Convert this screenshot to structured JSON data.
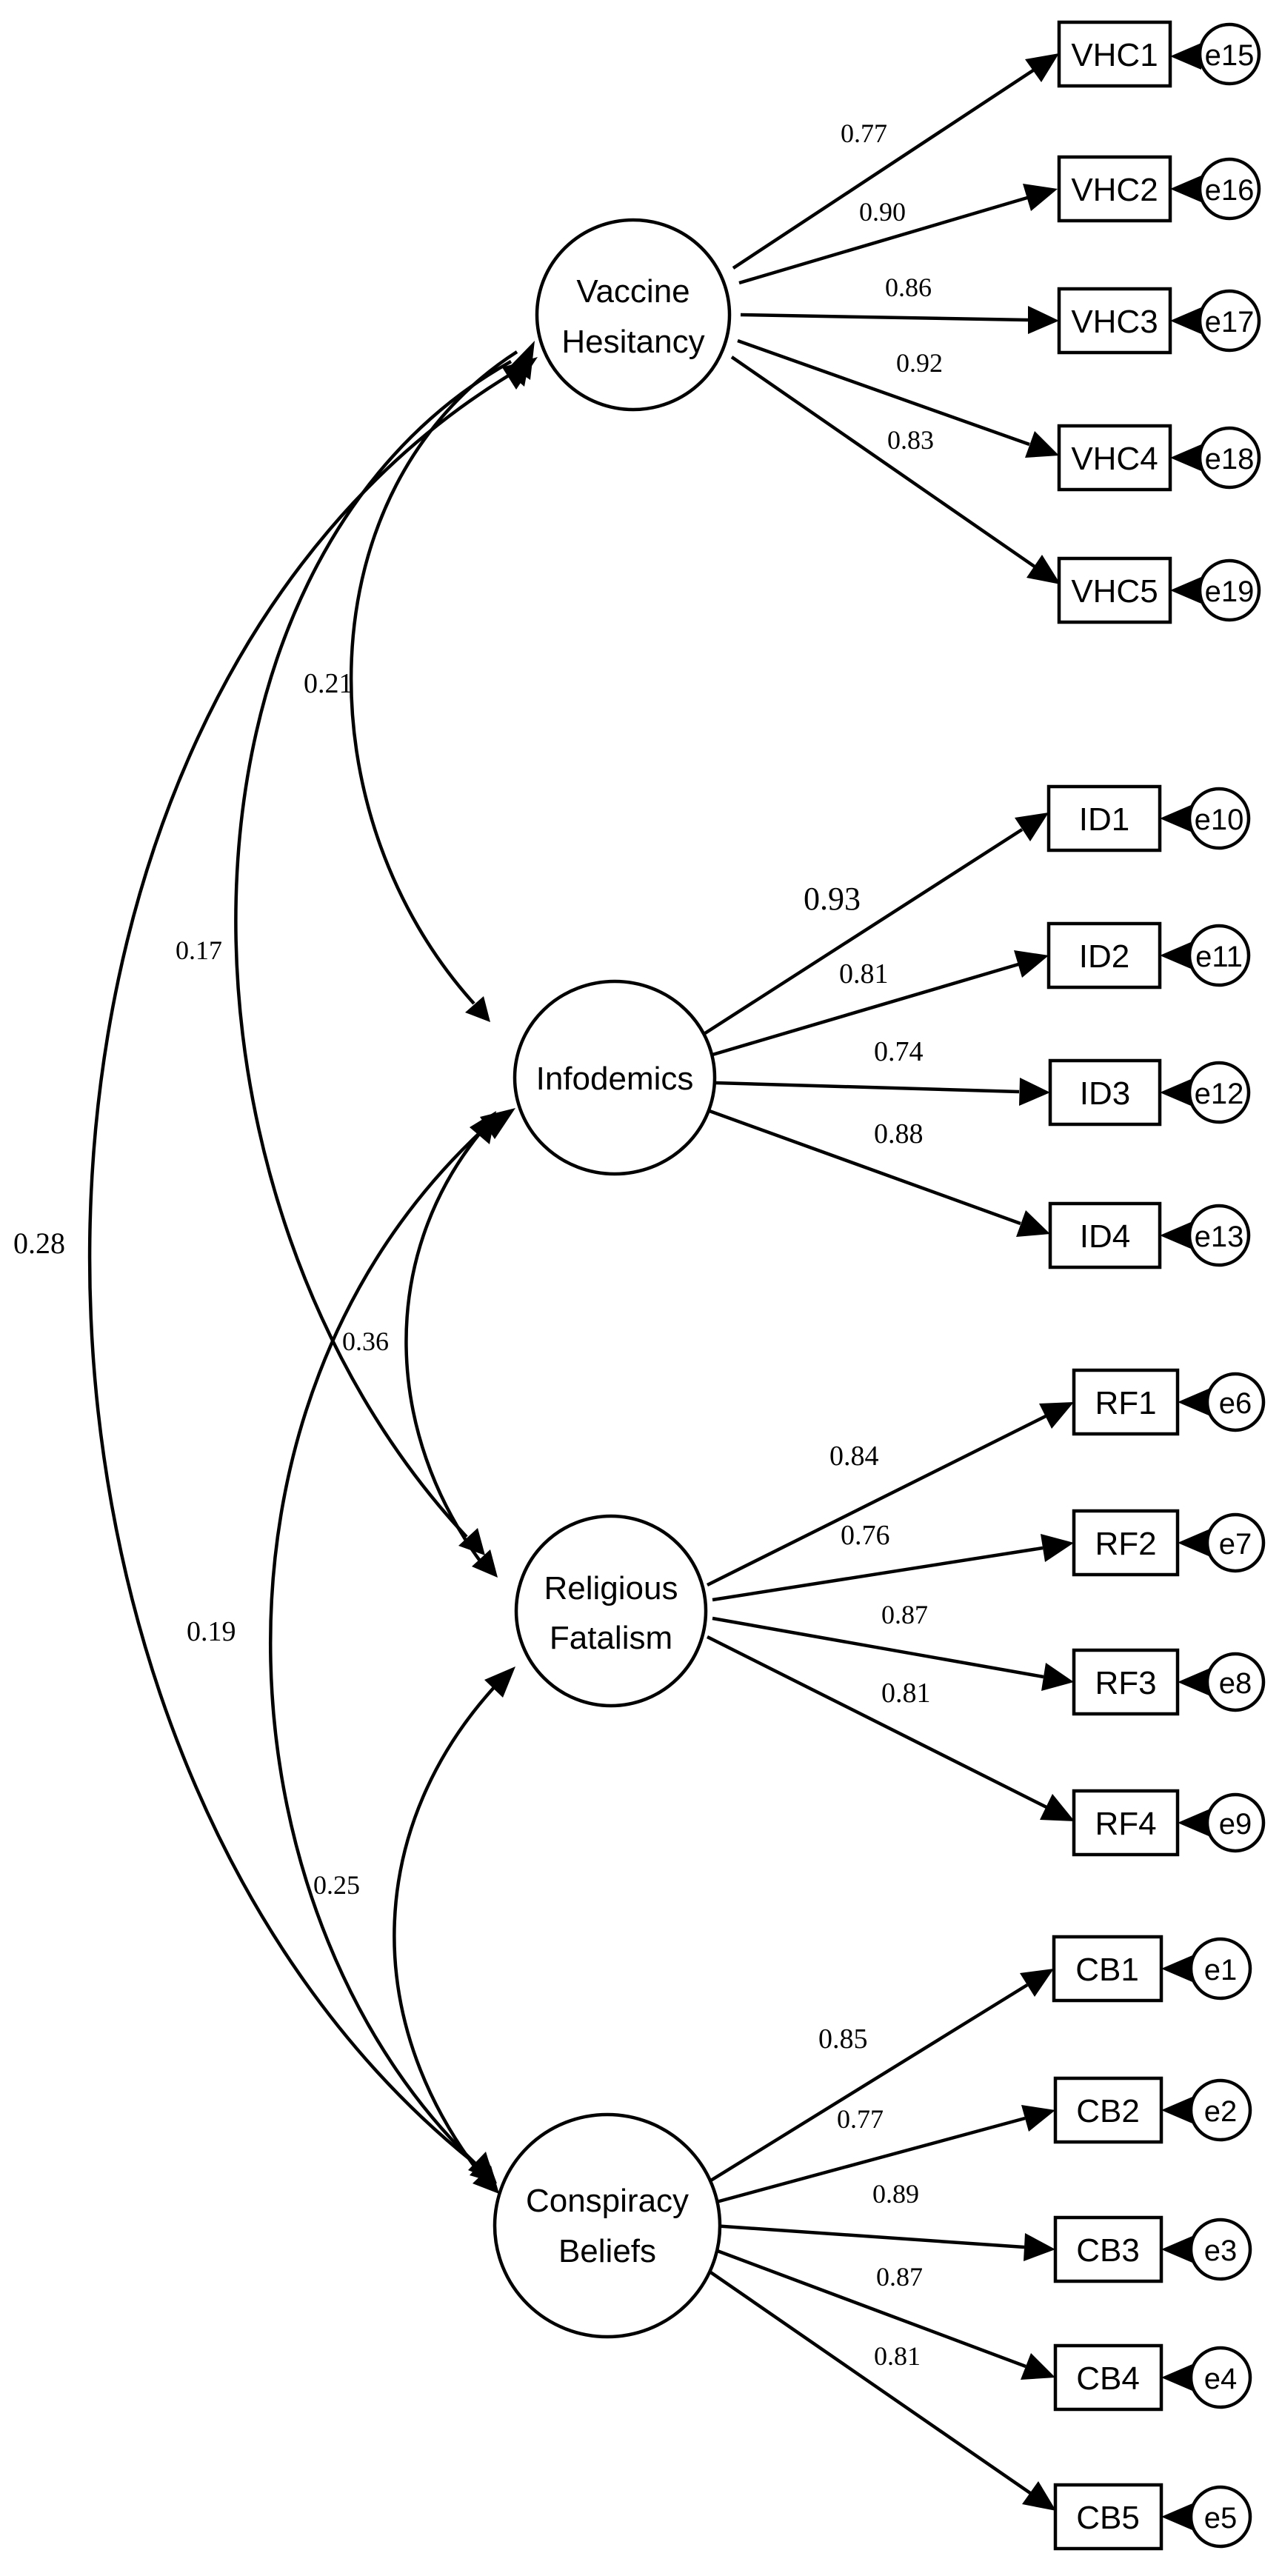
{
  "latents": {
    "vh": {
      "line1": "Vaccine",
      "line2": "Hesitancy"
    },
    "id": {
      "line1": "Infodemics"
    },
    "rf": {
      "line1": "Religious",
      "line2": "Fatalism"
    },
    "cb": {
      "line1": "Conspiracy",
      "line2": "Beliefs"
    }
  },
  "indicators": {
    "vhc1": "VHC1",
    "vhc2": "VHC2",
    "vhc3": "VHC3",
    "vhc4": "VHC4",
    "vhc5": "VHC5",
    "id1": "ID1",
    "id2": "ID2",
    "id3": "ID3",
    "id4": "ID4",
    "rf1": "RF1",
    "rf2": "RF2",
    "rf3": "RF3",
    "rf4": "RF4",
    "cb1": "CB1",
    "cb2": "CB2",
    "cb3": "CB3",
    "cb4": "CB4",
    "cb5": "CB5"
  },
  "errors": {
    "vhc1": "e15",
    "vhc2": "e16",
    "vhc3": "e17",
    "vhc4": "e18",
    "vhc5": "e19",
    "id1": "e10",
    "id2": "e11",
    "id3": "e12",
    "id4": "e13",
    "rf1": "e6",
    "rf2": "e7",
    "rf3": "e8",
    "rf4": "e9",
    "cb1": "e1",
    "cb2": "e2",
    "cb3": "e3",
    "cb4": "e4",
    "cb5": "e5"
  },
  "loadings": {
    "vhc1": "0.77",
    "vhc2": "0.90",
    "vhc3": "0.86",
    "vhc4": "0.92",
    "vhc5": "0.83",
    "id1": "0.93",
    "id2": "0.81",
    "id3": "0.74",
    "id4": "0.88",
    "rf1": "0.84",
    "rf2": "0.76",
    "rf3": "0.87",
    "rf4": "0.81",
    "cb1": "0.85",
    "cb2": "0.77",
    "cb3": "0.89",
    "cb4": "0.87",
    "cb5": "0.81"
  },
  "correlations": {
    "vh_id": "0.21",
    "vh_rf": "0.17",
    "vh_cb": "0.28",
    "id_rf": "0.36",
    "id_cb": "0.19",
    "rf_cb": "0.25"
  }
}
